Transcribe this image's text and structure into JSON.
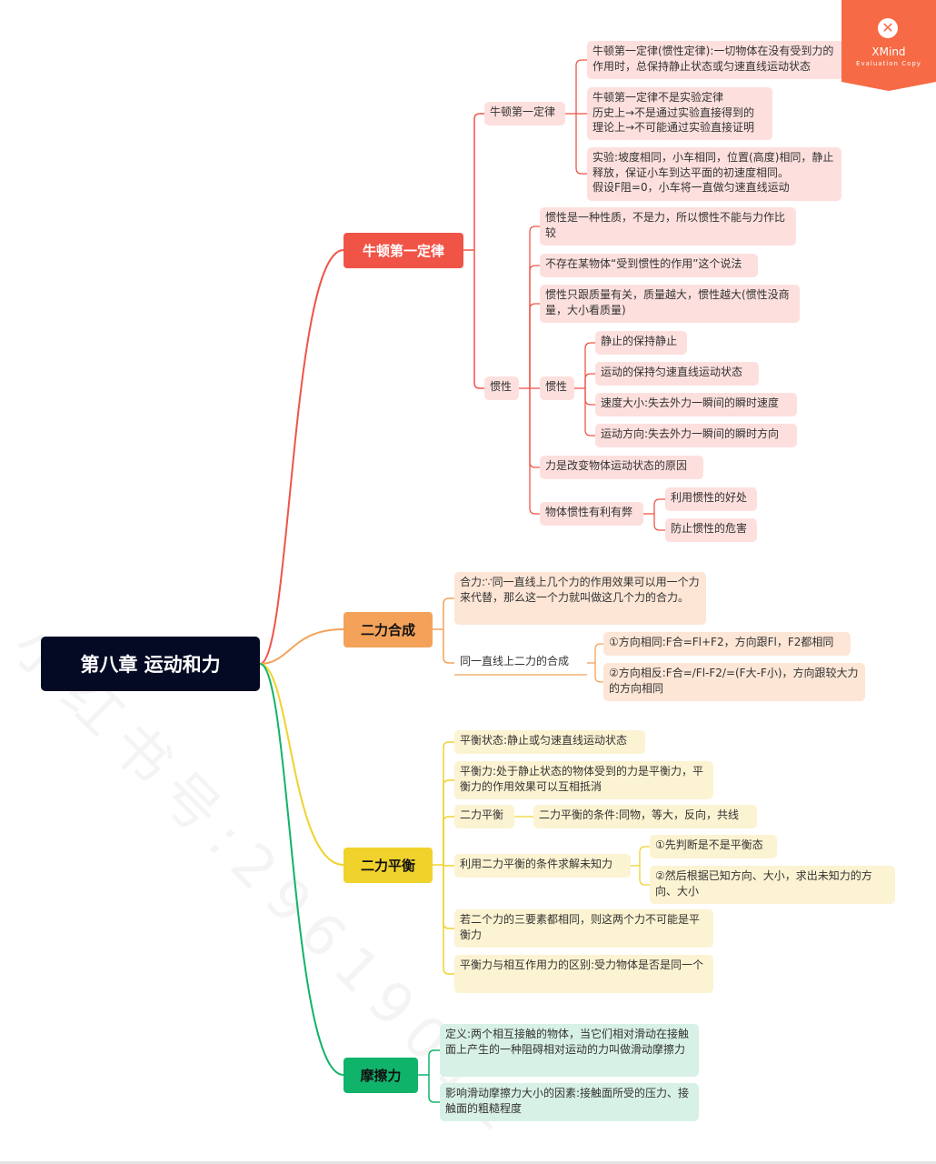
{
  "root": "第八章 运动和力",
  "watermark": "小红书号:29619011",
  "badge": {
    "brand": "XMind",
    "tag": "Evaluation Copy"
  },
  "colors": {
    "red": "#f05447",
    "orange": "#f4a25a",
    "yellow": "#f0d22c",
    "green": "#10b36a",
    "root": "#050a24"
  },
  "newton": {
    "title": "牛顿第一定律",
    "law_label": "牛顿第一定律",
    "law_items": [
      "牛顿第一定律(惯性定律):一切物体在没有受到力的作用时，总保持静止状态或匀速直线运动状态",
      "牛顿第一定律不是实验定律\n历史上→不是通过实验直接得到的\n理论上→不可能通过实验直接证明",
      "实验:坡度相同，小车相同，位置(高度)相同，静止释放，保证小车到达平面的初速度相同。\n假设F阻=0，小车将一直做匀速直线运动"
    ],
    "inertia_label": "惯性",
    "inertia_items": [
      "惯性是一种性质，不是力，所以惯性不能与力作比较",
      "不存在某物体“受到惯性的作用”这个说法",
      "惯性只跟质量有关，质量越大，惯性越大(惯性没商量，大小看质量)"
    ],
    "inertia_sub_label": "惯性",
    "inertia_sub_items": [
      "静止的保持静止",
      "运动的保持匀速直线运动状态",
      "速度大小:失去外力一瞬间的瞬时速度",
      "运动方向:失去外力一瞬间的瞬时方向"
    ],
    "force_reason": "力是改变物体运动状态的原因",
    "pros_cons_label": "物体惯性有利有弊",
    "pros_cons_items": [
      "利用惯性的好处",
      "防止惯性的危害"
    ]
  },
  "composition": {
    "title": "二力合成",
    "definition": "合力:∵同一直线上几个力的作用效果可以用一个力来代替，那么这一个力就叫做这几个力的合力。",
    "same_line_label": "同一直线上二力的合成",
    "same_line_items": [
      "①方向相同:F合=Fl+F2，方向跟Fl，F2都相同",
      "②方向相反:F合=/Fl-F2/=(F大-F小)，方向跟较大力的方向相同"
    ]
  },
  "balance": {
    "title": "二力平衡",
    "state": "平衡状态:静止或匀速直线运动状态",
    "force_def": "平衡力:处于静止状态的物体受到的力是平衡力，平衡力的作用效果可以互相抵消",
    "two_label": "二力平衡",
    "two_cond": "二力平衡的条件:同物，等大，反向，共线",
    "solve_label": "利用二力平衡的条件求解未知力",
    "solve_items": [
      "①先判断是不是平衡态",
      "②然后根据已知方向、大小，求出未知力的方向、大小"
    ],
    "three": "若二个力的三要素都相同，则这两个力不可能是平衡力",
    "diff": "平衡力与相互作用力的区别:受力物体是否是同一个"
  },
  "friction": {
    "title": "摩擦力",
    "def": "定义:两个相互接触的物体，当它们相对滑动在接触面上产生的一种阻碍相对运动的力叫做滑动摩擦力",
    "factors": "影响滑动摩擦力大小的因素:接触面所受的压力、接触面的粗糙程度"
  }
}
